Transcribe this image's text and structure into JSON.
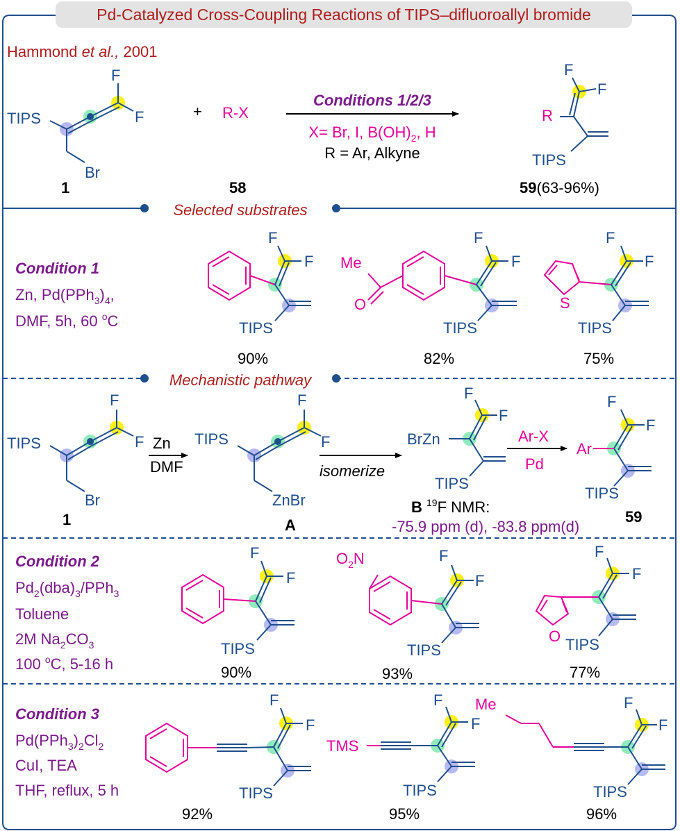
{
  "title": "Pd-Catalyzed Cross-Coupling Reactions of TIPS–difluoroallyl bromide",
  "reference": {
    "authors": "Hammond",
    "etal": "et al.,",
    "year": "2001"
  },
  "colors": {
    "frame": "#1f4e8c",
    "blue_text": "#1f4e8c",
    "magenta": "#e6009a",
    "purple": "#7a1a8a",
    "red": "#b01c1c",
    "yellow_dot": "#ffee00",
    "green_dot": "#7fe8b0",
    "lavender_dot": "#a9aef0"
  },
  "overview": {
    "tips": "TIPS",
    "br": "Br",
    "f": "F",
    "plus": "+",
    "rx": "R-X",
    "conditions": "Conditions 1/2/3",
    "x_line": "X= Br, I, B(OH)2, H",
    "r_line": "R = Ar, Alkyne",
    "label_1": "1",
    "label_58": "58",
    "label_59": "59",
    "yield_59": "(63-96%)",
    "r": "R"
  },
  "sections": {
    "selected": "Selected substrates",
    "mechanistic": "Mechanistic pathway"
  },
  "condition1": {
    "title": "Condition 1",
    "lines": [
      "Zn, Pd(PPh3)4,",
      "DMF, 5h, 60 oC"
    ],
    "yields": [
      "90%",
      "82%",
      "75%"
    ],
    "me": "Me",
    "o": "O",
    "s": "S"
  },
  "mechanism": {
    "zn": "Zn",
    "dmf": "DMF",
    "isomerize": "isomerize",
    "brzn": "BrZn",
    "znbr": "ZnBr",
    "arx": "Ar-X",
    "pd": "Pd",
    "ar": "Ar",
    "label_a": "A",
    "label_b": "B",
    "nmr": "19F NMR:",
    "nmr_values": "-75.9 ppm (d), -83.8 ppm(d)",
    "label_59": "59"
  },
  "condition2": {
    "title": "Condition 2",
    "lines": [
      "Pd2(dba)3/PPh3",
      "Toluene",
      "2M Na2CO3",
      "100 oC, 5-16 h"
    ],
    "yields": [
      "90%",
      "93%",
      "77%"
    ],
    "no2": "O2N",
    "o": "O"
  },
  "condition3": {
    "title": "Condition 3",
    "lines": [
      "Pd(PPh3)2Cl2",
      "CuI, TEA",
      "THF, reflux, 5 h"
    ],
    "yields": [
      "92%",
      "95%",
      "96%"
    ],
    "tms": "TMS",
    "me": "Me"
  }
}
